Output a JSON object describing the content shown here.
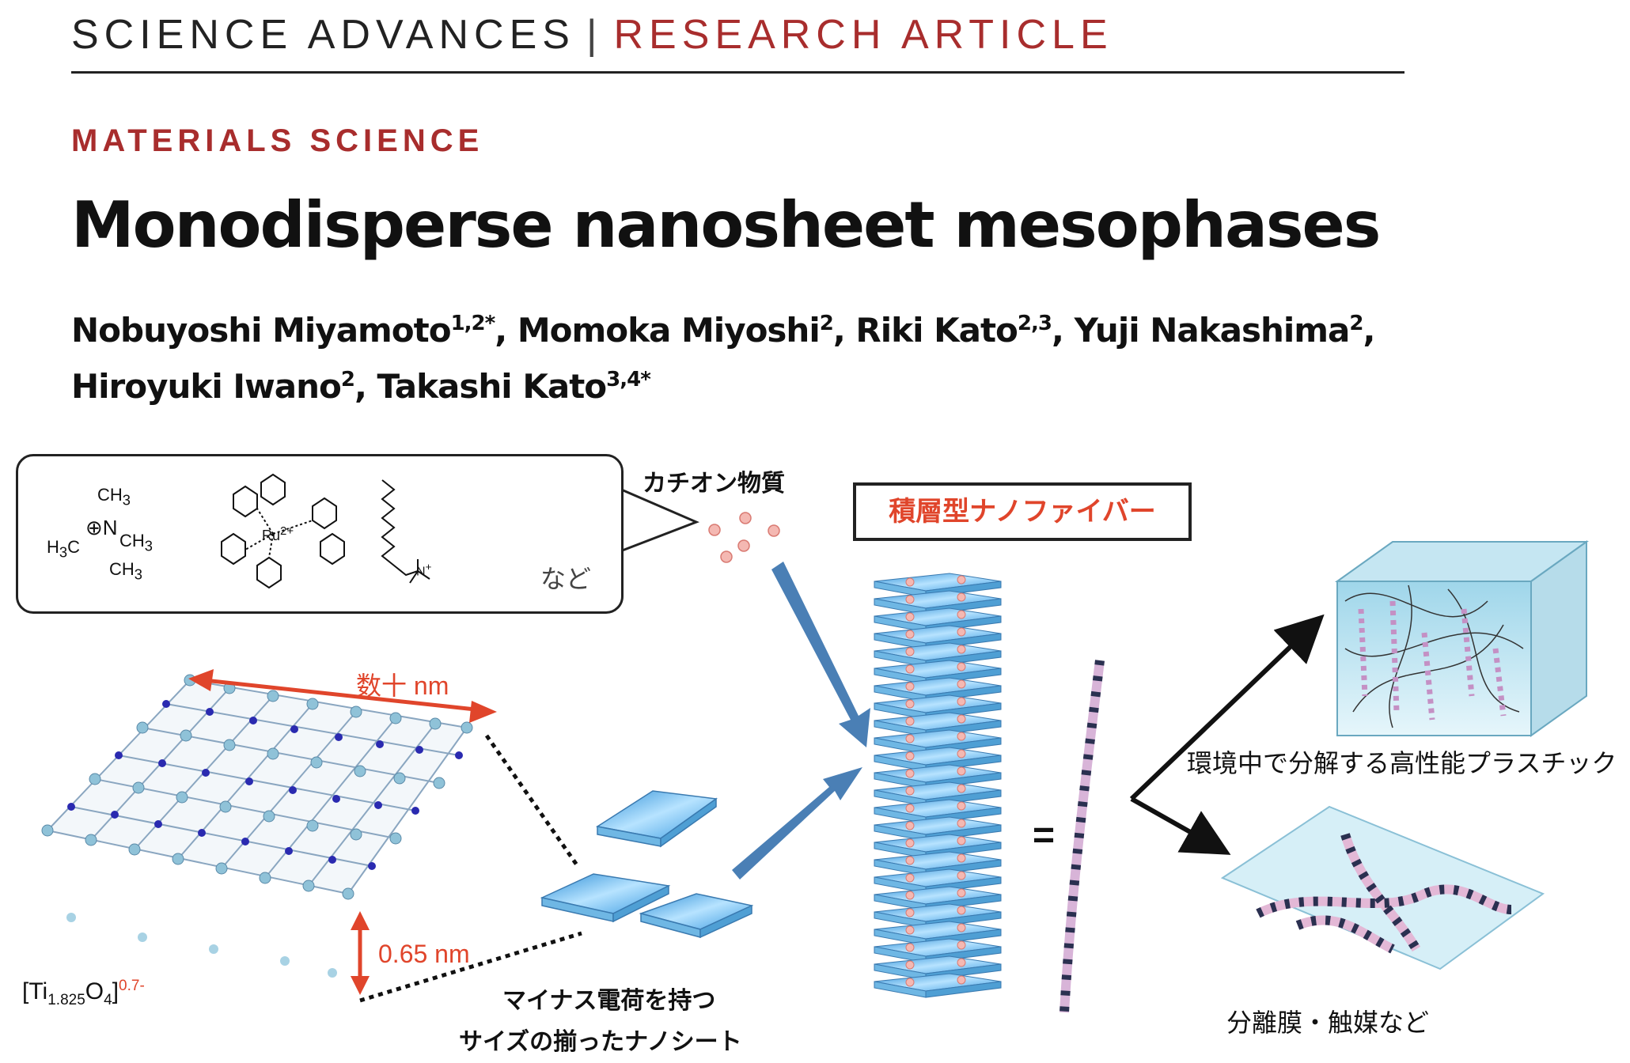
{
  "header": {
    "journal": "SCIENCE ADVANCES",
    "separator": "|",
    "type": "RESEARCH ARTICLE"
  },
  "article": {
    "section": "MATERIALS SCIENCE",
    "title": "Monodisperse nanosheet mesophases",
    "authors_line1": [
      {
        "name": "Nobuyoshi Miyamoto",
        "sup": "1,2",
        "mark": "*",
        "sep": ", "
      },
      {
        "name": "Momoka Miyoshi",
        "sup": "2",
        "mark": "",
        "sep": ", "
      },
      {
        "name": "Riki Kato",
        "sup": "2,3",
        "mark": "",
        "sep": ", "
      },
      {
        "name": "Yuji Nakashima",
        "sup": "2",
        "mark": "",
        "sep": ","
      }
    ],
    "authors_line2": [
      {
        "name": "Hiroyuki Iwano",
        "sup": "2",
        "mark": "",
        "sep": ", "
      },
      {
        "name": "Takashi Kato",
        "sup": "3,4",
        "mark": "*",
        "sep": ""
      }
    ]
  },
  "figure": {
    "cation_label": "カチオン物質",
    "etc_label": "など",
    "fiber_label": "積層型ナノファイバー",
    "lateral_size": "数十 nm",
    "thickness": "0.65 nm",
    "formula_prefix": "[Ti",
    "formula_sub1": "1.825",
    "formula_mid": "O",
    "formula_sub2": "4",
    "formula_close": "]",
    "formula_charge": "0.7-",
    "nanosheet_line1": "マイナス電荷を持つ",
    "nanosheet_line2": "サイズの揃ったナノシート",
    "equals": "=",
    "plastic_label": "環境中で分解する高性能プラスチック",
    "membrane_label": "分離膜・触媒など",
    "molecules": {
      "tma_ch3_top": "CH",
      "tma_h3c": "H",
      "tma_ch3_right": "CH",
      "tma_ch3_bottom": "CH",
      "tma_n": "N",
      "ru": "Ru",
      "ru_charge": "2+",
      "n_label": "N"
    }
  },
  "colors": {
    "brand_red": "#a82d2d",
    "annotation_red": "#e0452b",
    "arrow_blue": "#4a7fb5",
    "sheet_blue": "#5aaee0"
  }
}
